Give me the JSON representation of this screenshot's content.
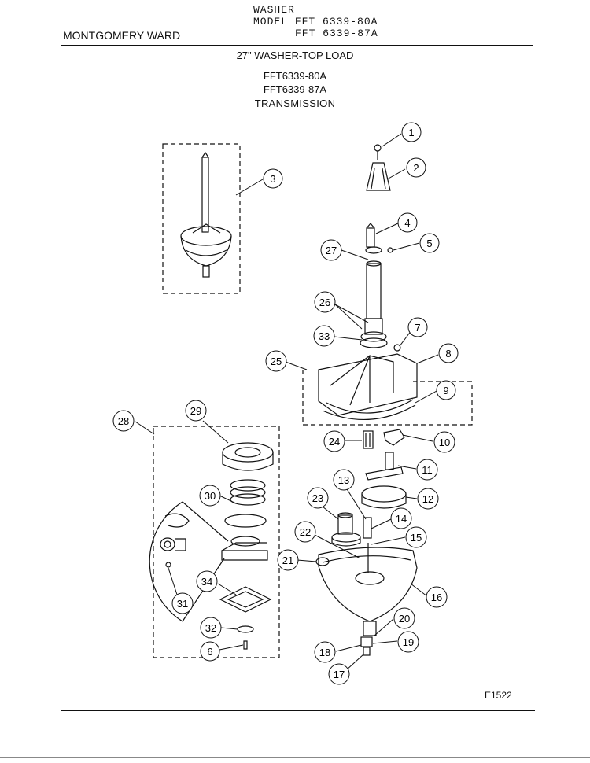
{
  "header": {
    "product": "WASHER",
    "model_label": "MODEL",
    "model_1": "FFT 6339-80A",
    "model_2": "FFT 6339-87A",
    "brand": "MONTGOMERY WARD"
  },
  "titles": {
    "subtitle": "27\" WASHER-TOP LOAD",
    "model_a": "FFT6339-80A",
    "model_b": "FFT6339-87A",
    "section": "TRANSMISSION"
  },
  "callouts": [
    "1",
    "2",
    "3",
    "4",
    "5",
    "6",
    "7",
    "8",
    "9",
    "10",
    "11",
    "12",
    "13",
    "14",
    "15",
    "16",
    "17",
    "18",
    "19",
    "20",
    "21",
    "22",
    "23",
    "24",
    "25",
    "26",
    "27",
    "28",
    "29",
    "30",
    "31",
    "32",
    "33",
    "34"
  ],
  "footer": {
    "drawing_code": "E1522"
  }
}
